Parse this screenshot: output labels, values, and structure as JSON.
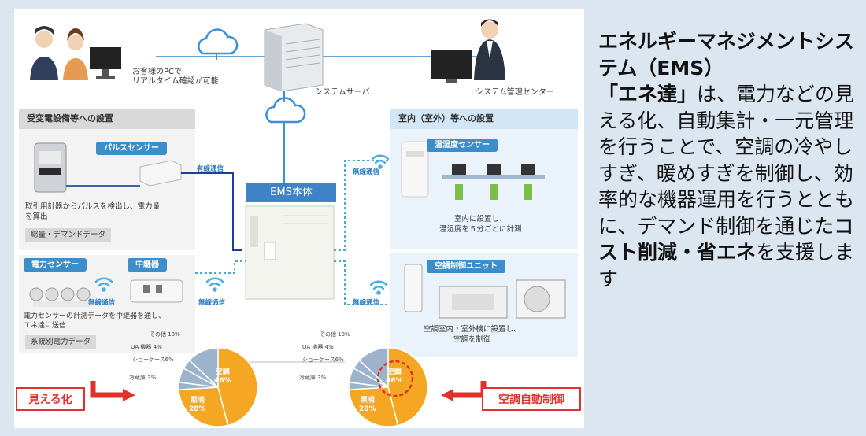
{
  "diagram": {
    "top": {
      "customer_pc_label": "お客様のPCで\nリアルタイム確認が可能",
      "system_server_label": "システムサーバ",
      "management_center_label": "システム管理センター"
    },
    "left_section": {
      "title": "受変電設備等への設置",
      "pulse_sensor_label": "パルスセンサー",
      "wired_label": "有線通信",
      "description": "取引用計器からパルスを検出し、電力量\nを算出",
      "data_tag": "総量・デマンドデータ"
    },
    "left_bottom": {
      "power_sensor_label": "電力センサー",
      "relay_label": "中継器",
      "wireless_label_1": "無線通信",
      "wireless_label_2": "無線通信",
      "description": "電力センサーの計測データを中継器を通し、\nエネ達に送信",
      "data_tag": "系統別電力データ"
    },
    "ems": {
      "title": "EMS本体"
    },
    "right_section": {
      "title": "室内（室外）等への設置",
      "temp_sensor_label": "温湿度センサー",
      "wireless_label": "無線通信",
      "temp_description": "室内に設置し、\n温湿度を５分ごとに計測",
      "ac_unit_label": "空調制御ユニット",
      "wireless_label_2": "無線通信",
      "ac_description": "空調室内・室外機に設置し、\n空調を制御"
    },
    "callouts": {
      "visualize": "見える化",
      "auto_control": "空調自動制御"
    }
  },
  "chart_data": [
    {
      "type": "pie",
      "slices": [
        {
          "label": "空調",
          "value": 46
        },
        {
          "label": "照明",
          "value": 28
        },
        {
          "label": "冷蔵庫",
          "value": 3
        },
        {
          "label": "ショーケース",
          "value": 6
        },
        {
          "label": "OA 機器",
          "value": 4
        },
        {
          "label": "その他",
          "value": 13
        }
      ],
      "slice_labels": {
        "ac": "空調\n46%",
        "light": "照明\n28%",
        "fridge": "冷蔵庫 3%",
        "showcase": "ショーケース6%",
        "oa": "OA 機器 4%",
        "other": "その他 13%"
      }
    },
    {
      "type": "pie",
      "slices": [
        {
          "label": "空調",
          "value": 46
        },
        {
          "label": "照明",
          "value": 28
        },
        {
          "label": "冷蔵庫",
          "value": 3
        },
        {
          "label": "ショーケース",
          "value": 6
        },
        {
          "label": "OA 機器",
          "value": 4
        },
        {
          "label": "その他",
          "value": 13
        }
      ],
      "slice_labels": {
        "ac": "空調\n46%",
        "light": "照明\n28%",
        "fridge": "冷蔵庫 3%",
        "showcase": "ショーケース6%",
        "oa": "OA 機器 4%",
        "other": "その他 13%"
      }
    }
  ],
  "side_text": {
    "heading": "エネルギーマネジメントシステム（EMS）",
    "product_name": "「エネ達」",
    "body_1": "は、電力などの見える化、自動集計・一元管理を行うことで、空調の冷やしすぎ、暖めすぎを制御し、効率的な機器運用を行うとともに、デマンド制御を通じた",
    "bold_phrase": "コスト削減・省エネ",
    "body_2": "を支援します"
  },
  "colors": {
    "accent_blue": "#3e82c7",
    "pie_orange": "#f5a623",
    "pie_blue": "#9db3cc",
    "callout_red": "#e0322b",
    "background": "#dbe6f1"
  }
}
